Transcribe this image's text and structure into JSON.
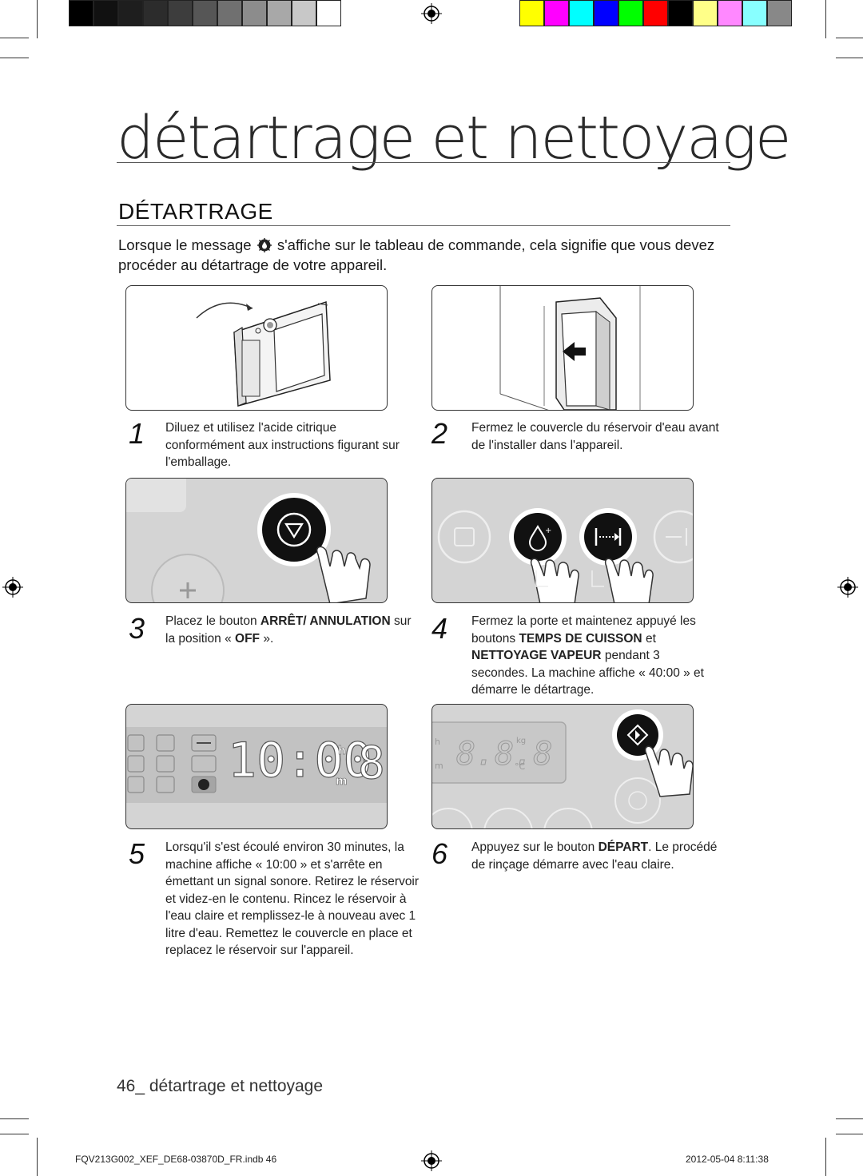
{
  "header": {
    "page_title": "détartrage et nettoyage",
    "section_title": "DÉTARTRAGE"
  },
  "intro": {
    "before_icon": "Lorsque le message",
    "icon": "descale-message-icon",
    "after_icon": "s'affiche sur le tableau de commande, cela signifie que vous devez procéder au détartrage de votre appareil."
  },
  "steps": [
    {
      "number": "1",
      "text": "Diluez et utilisez l'acide citrique conformément aux instructions figurant sur l'emballage."
    },
    {
      "number": "2",
      "text": "Fermez le couvercle du réservoir d'eau avant de l'installer dans l'appareil."
    },
    {
      "number": "3",
      "pre": "Placez le bouton ",
      "bold1": "ARRÊT/ ANNULATION",
      "mid": " sur la position « ",
      "bold2": "OFF",
      "post": " »."
    },
    {
      "number": "4",
      "pre": "Fermez la porte et maintenez appuyé les boutons ",
      "bold1": "TEMPS DE CUISSON",
      "mid": " et ",
      "bold2": "NETTOYAGE VAPEUR",
      "post": " pendant 3 secondes. La machine affiche « 40:00 » et démarre le détartrage."
    },
    {
      "number": "5",
      "text": "Lorsqu'il s'est écoulé environ 30 minutes, la machine affiche « 10:00 » et s'arrête en émettant un signal sonore. Retirez le réservoir et videz-en le contenu. Rincez le réservoir à l'eau claire et remplissez-le à nouveau avec 1 litre d'eau. Remettez le couvercle en place et replacez le réservoir sur l'appareil."
    },
    {
      "number": "6",
      "pre": "Appuyez sur le bouton ",
      "bold1": "DÉPART",
      "post": ". Le procédé de rinçage démarre avec l'eau claire."
    }
  ],
  "panels": {
    "panel5_display": "10:00",
    "panel5_h": "h",
    "panel5_m": "m",
    "panel5_digit": "8.",
    "panel6_display": "8.8.8",
    "panel6_h": "h",
    "panel6_m": "m",
    "panel6_kg": "kg",
    "panel6_c": "°C"
  },
  "footer": {
    "page_number": "46",
    "page_label": "_ détartrage et nettoyage",
    "slug_file": "FQV213G002_XEF_DE68-03870D_FR.indb   46",
    "slug_date": "2012-05-04   8:11:38"
  },
  "colors": {
    "swatches": [
      "#000000",
      "#111111",
      "#1e1e1e",
      "#2c2c2c",
      "#3d3d3d",
      "#565656",
      "#707070",
      "#8c8c8c",
      "#a8a8a8",
      "#c8c8c8",
      "#ffffff"
    ],
    "color_swatches": [
      "#ffff00",
      "#ff00ff",
      "#00ffff",
      "#0000ff",
      "#00ff00",
      "#ff0000",
      "#000000",
      "#ffff88",
      "#ff88ff",
      "#88ffff",
      "#888888"
    ]
  }
}
